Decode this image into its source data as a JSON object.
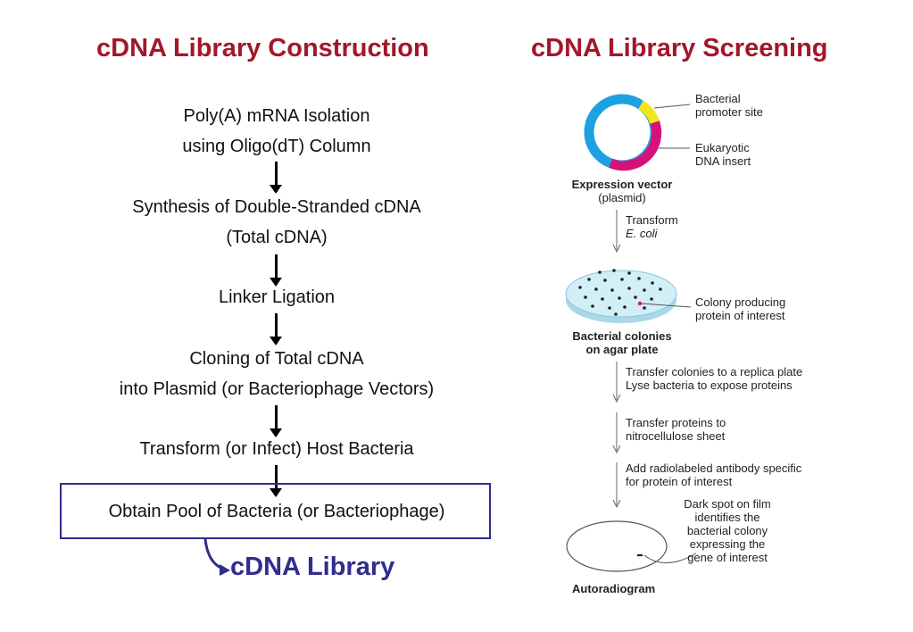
{
  "left": {
    "title": "cDNA Library Construction",
    "steps": [
      {
        "line1": "Poly(A) mRNA Isolation",
        "line2": "using Oligo(dT) Column"
      },
      {
        "line1": "Synthesis of Double-Stranded cDNA",
        "line2": "(Total cDNA)"
      },
      {
        "line1": "Linker Ligation"
      },
      {
        "line1": "Cloning of Total cDNA",
        "line2": "into Plasmid (or Bacteriophage Vectors)"
      },
      {
        "line1": "Transform (or Infect) Host Bacteria"
      },
      {
        "line1": "Obtain Pool of Bacteria (or Bacteriophage)"
      }
    ],
    "result": "cDNA Library"
  },
  "right": {
    "title": "cDNA Library Screening",
    "vector_label": "Expression vector",
    "vector_sub": "(plasmid)",
    "promoter_line1": "Bacterial",
    "promoter_line2": "promoter site",
    "insert_line1": "Eukaryotic",
    "insert_line2": "DNA insert",
    "transform_line1": "Transform",
    "transform_line2": "E. coli",
    "colony_line1": "Colony producing",
    "colony_line2": "protein of interest",
    "plate_line1": "Bacterial colonies",
    "plate_line2": "on agar plate",
    "step_replica_line1": "Transfer colonies to a replica plate",
    "step_replica_line2": "Lyse bacteria to expose proteins",
    "step_transfer_line1": "Transfer proteins to",
    "step_transfer_line2": "nitrocellulose sheet",
    "step_antibody_line1": "Add radiolabeled antibody specific",
    "step_antibody_line2": "for protein of interest",
    "dark_line1": "Dark spot on film",
    "dark_line2": "identifies the",
    "dark_line3": "bacterial colony",
    "dark_line4": "expressing the",
    "dark_line5": "gene of interest",
    "autoradiogram": "Autoradiogram"
  },
  "colors": {
    "title": "#a3172a",
    "library_blue": "#2e2e8c",
    "plasmid_blue": "#1ea1e0",
    "plasmid_magenta": "#d6127a",
    "plasmid_yellow": "#f5e51a",
    "plate_fill": "#bfe6f2"
  }
}
